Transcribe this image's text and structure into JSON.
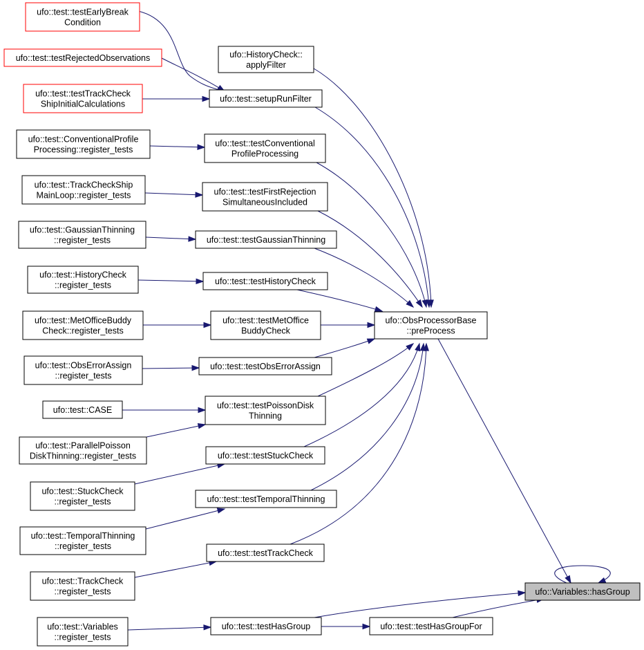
{
  "graph": {
    "edge_color": "#191970",
    "nodes": {
      "early": {
        "lines": [
          "ufo::test::testEarlyBreak",
          "Condition"
        ],
        "style": "red"
      },
      "rejected": {
        "lines": [
          "ufo::test::testRejectedObservations"
        ],
        "style": "red"
      },
      "trackship": {
        "lines": [
          "ufo::test::testTrackCheck",
          "ShipInitialCalculations"
        ],
        "style": "red"
      },
      "history_apply": {
        "lines": [
          "ufo::HistoryCheck::",
          "applyFilter"
        ],
        "style": "normal"
      },
      "setup": {
        "lines": [
          "ufo::test::setupRunFilter"
        ],
        "style": "normal"
      },
      "conv_reg": {
        "lines": [
          "ufo::test::ConventionalProfile",
          "Processing::register_tests"
        ],
        "style": "normal"
      },
      "conv": {
        "lines": [
          "ufo::test::testConventional",
          "ProfileProcessing"
        ],
        "style": "normal"
      },
      "tcs_reg": {
        "lines": [
          "ufo::test::TrackCheckShip",
          "MainLoop::register_tests"
        ],
        "style": "normal"
      },
      "firstrej": {
        "lines": [
          "ufo::test::testFirstRejection",
          "SimultaneousIncluded"
        ],
        "style": "normal"
      },
      "gauss_reg": {
        "lines": [
          "ufo::test::GaussianThinning",
          "::register_tests"
        ],
        "style": "normal"
      },
      "gauss": {
        "lines": [
          "ufo::test::testGaussianThinning"
        ],
        "style": "normal"
      },
      "hist_reg": {
        "lines": [
          "ufo::test::HistoryCheck",
          "::register_tests"
        ],
        "style": "normal"
      },
      "hist": {
        "lines": [
          "ufo::test::testHistoryCheck"
        ],
        "style": "normal"
      },
      "met_reg": {
        "lines": [
          "ufo::test::MetOfficeBuddy",
          "Check::register_tests"
        ],
        "style": "normal"
      },
      "met": {
        "lines": [
          "ufo::test::testMetOffice",
          "BuddyCheck"
        ],
        "style": "normal"
      },
      "pre": {
        "lines": [
          "ufo::ObsProcessorBase",
          "::preProcess"
        ],
        "style": "normal"
      },
      "obserr_reg": {
        "lines": [
          "ufo::test::ObsErrorAssign",
          "::register_tests"
        ],
        "style": "normal"
      },
      "obserr": {
        "lines": [
          "ufo::test::testObsErrorAssign"
        ],
        "style": "normal"
      },
      "case": {
        "lines": [
          "ufo::test::CASE"
        ],
        "style": "normal"
      },
      "poisson": {
        "lines": [
          "ufo::test::testPoissonDisk",
          "Thinning"
        ],
        "style": "normal"
      },
      "ppd_reg": {
        "lines": [
          "ufo::test::ParallelPoisson",
          "DiskThinning::register_tests"
        ],
        "style": "normal"
      },
      "stuck": {
        "lines": [
          "ufo::test::testStuckCheck"
        ],
        "style": "normal"
      },
      "stuck_reg": {
        "lines": [
          "ufo::test::StuckCheck",
          "::register_tests"
        ],
        "style": "normal"
      },
      "temporal": {
        "lines": [
          "ufo::test::testTemporalThinning"
        ],
        "style": "normal"
      },
      "temp_reg": {
        "lines": [
          "ufo::test::TemporalThinning",
          "::register_tests"
        ],
        "style": "normal"
      },
      "track": {
        "lines": [
          "ufo::test::testTrackCheck"
        ],
        "style": "normal"
      },
      "track_reg": {
        "lines": [
          "ufo::test::TrackCheck",
          "::register_tests"
        ],
        "style": "normal"
      },
      "hasgroup": {
        "lines": [
          "ufo::Variables::hasGroup"
        ],
        "style": "target"
      },
      "var_reg": {
        "lines": [
          "ufo::test::Variables",
          "::register_tests"
        ],
        "style": "normal"
      },
      "testhas": {
        "lines": [
          "ufo::test::testHasGroup"
        ],
        "style": "normal"
      },
      "testhasfor": {
        "lines": [
          "ufo::test::testHasGroupFor"
        ],
        "style": "normal"
      }
    },
    "edges": [
      [
        "early",
        "setup"
      ],
      [
        "rejected",
        "setup"
      ],
      [
        "trackship",
        "setup"
      ],
      [
        "history_apply",
        "pre"
      ],
      [
        "setup",
        "pre"
      ],
      [
        "conv_reg",
        "conv"
      ],
      [
        "conv",
        "pre"
      ],
      [
        "tcs_reg",
        "firstrej"
      ],
      [
        "firstrej",
        "pre"
      ],
      [
        "gauss_reg",
        "gauss"
      ],
      [
        "gauss",
        "pre"
      ],
      [
        "hist_reg",
        "hist"
      ],
      [
        "hist",
        "pre"
      ],
      [
        "met_reg",
        "met"
      ],
      [
        "met",
        "pre"
      ],
      [
        "obserr_reg",
        "obserr"
      ],
      [
        "obserr",
        "pre"
      ],
      [
        "case",
        "poisson"
      ],
      [
        "ppd_reg",
        "poisson"
      ],
      [
        "poisson",
        "pre"
      ],
      [
        "stuck_reg",
        "stuck"
      ],
      [
        "stuck",
        "pre"
      ],
      [
        "temp_reg",
        "temporal"
      ],
      [
        "temporal",
        "pre"
      ],
      [
        "track_reg",
        "track"
      ],
      [
        "track",
        "pre"
      ],
      [
        "pre",
        "hasgroup"
      ],
      [
        "hasgroup",
        "hasgroup"
      ],
      [
        "var_reg",
        "testhas"
      ],
      [
        "testhas",
        "hasgroup"
      ],
      [
        "testhas",
        "testhasfor"
      ],
      [
        "testhasfor",
        "hasgroup"
      ]
    ]
  }
}
